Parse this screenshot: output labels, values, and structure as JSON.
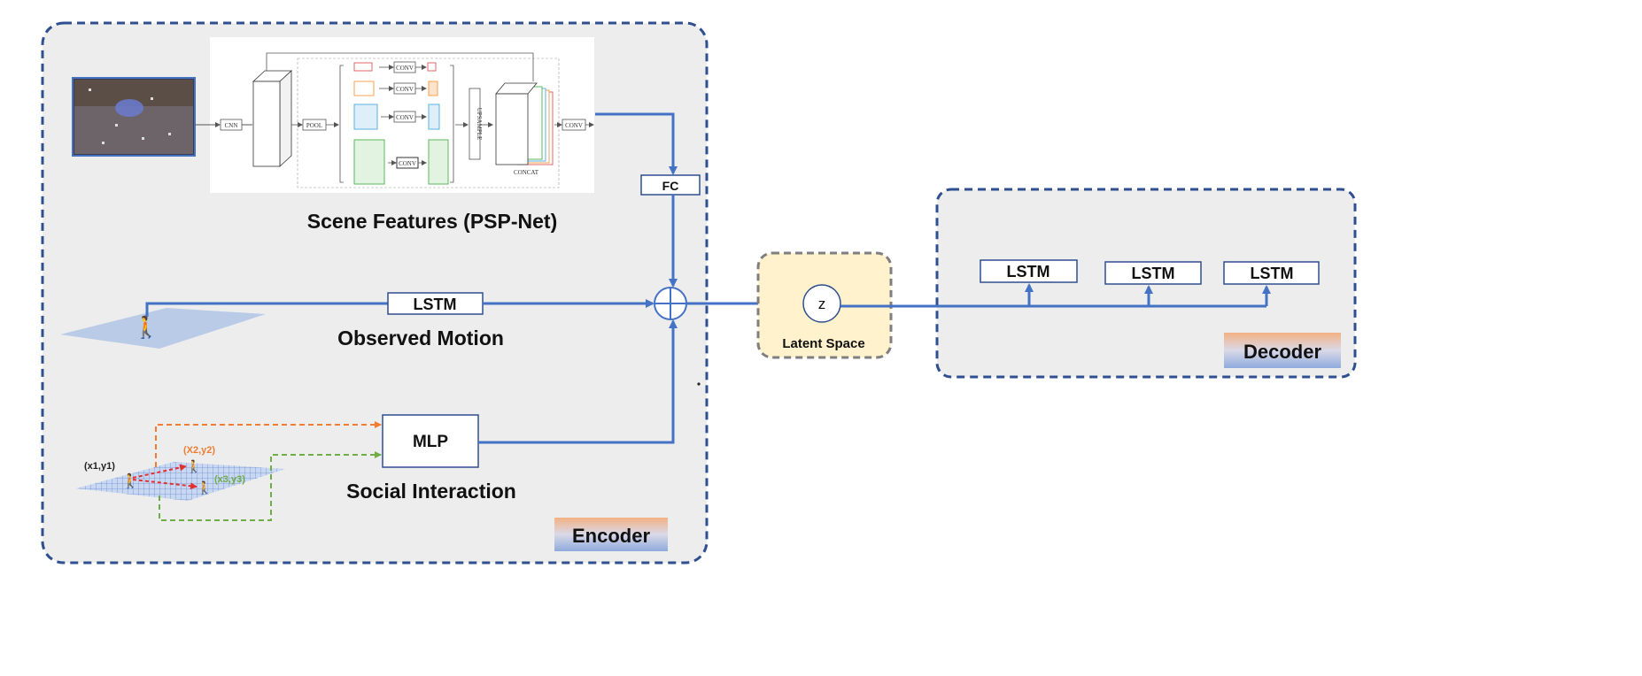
{
  "scene": {
    "title": "Scene Features (PSP-Net)",
    "psp": {
      "cnn": "CNN",
      "pool": "POOL",
      "conv": "CONV",
      "upsample": "UPSAMPLE",
      "concat": "CONCAT"
    }
  },
  "fc_label": "FC",
  "motion": {
    "lstm": "LSTM",
    "title": "Observed Motion"
  },
  "social": {
    "mlp": "MLP",
    "title": "Social Interaction",
    "p1": "(x1,y1)",
    "p2": "(X2,y2)",
    "p3": "(x3,y3)"
  },
  "encoder_label": "Encoder",
  "latent": {
    "z": "z",
    "label": "Latent Space"
  },
  "decoder": {
    "lstms": [
      "LSTM",
      "LSTM",
      "LSTM"
    ],
    "label": "Decoder"
  },
  "colors": {
    "flow": "#4472C4",
    "panel": "#EDEDED",
    "border": "#2F4F8F",
    "latent_fill": "#FFF2CC",
    "social_top": "#ED7D31",
    "social_bottom": "#70AD47"
  }
}
